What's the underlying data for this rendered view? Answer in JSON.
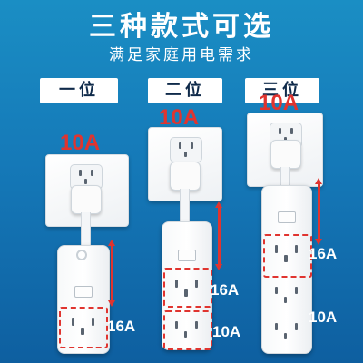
{
  "headline": "三种款式可选",
  "subline": "满足家庭用电需求",
  "options": [
    {
      "tag": "一位",
      "plate_rating": "10A",
      "outlets": [
        {
          "rating": "16A"
        }
      ]
    },
    {
      "tag": "二位",
      "plate_rating": "10A",
      "outlets": [
        {
          "rating": "16A"
        },
        {
          "rating": "10A"
        }
      ]
    },
    {
      "tag": "三位",
      "plate_rating": "10A",
      "outlets": [
        {
          "rating": "16A"
        },
        {
          "rating": "10A"
        }
      ]
    }
  ],
  "colors": {
    "background": "#1579b8",
    "accent": "#e0342f",
    "text": "#ffffff"
  }
}
